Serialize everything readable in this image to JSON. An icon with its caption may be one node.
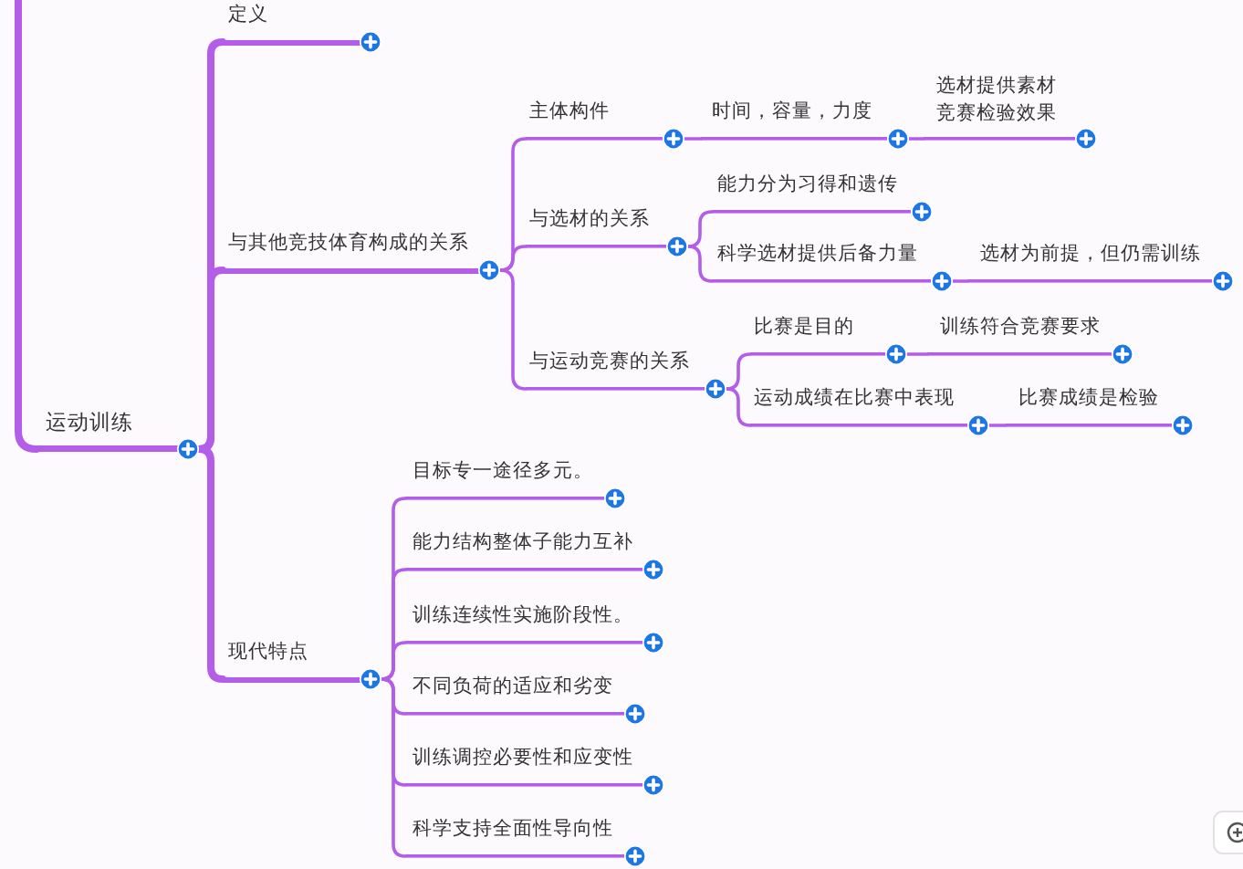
{
  "diagram": {
    "nodes": [
      {
        "text": [
          "运动训练"
        ]
      },
      {
        "text": [
          "定义"
        ]
      },
      {
        "text": [
          "与其他竞技体育构成的关系"
        ]
      },
      {
        "text": [
          "主体构件"
        ]
      },
      {
        "text": [
          "时间，容量，力度"
        ]
      },
      {
        "text": [
          "选材提供素材竞赛检验效果"
        ]
      },
      {
        "text": [
          "与选材的关系"
        ]
      },
      {
        "text": [
          "能力分为习得和遗传"
        ]
      },
      {
        "text": [
          "科学选材提供后备力量"
        ]
      },
      {
        "text": [
          "选材为前提，但仍需训练"
        ]
      },
      {
        "text": [
          "与运动竞赛的关系"
        ]
      },
      {
        "text": [
          "比赛是目的"
        ]
      },
      {
        "text": [
          "训练符合竞赛要求"
        ]
      },
      {
        "text": [
          "运动成绩在比赛中表现"
        ]
      },
      {
        "text": [
          "比赛成绩是检验"
        ]
      },
      {
        "text": [
          "现代特点"
        ]
      },
      {
        "text": [
          "目标专一途径多元。"
        ]
      },
      {
        "text": [
          "能力结构整体子能力互补"
        ]
      },
      {
        "text": [
          "训练连续性实施阶段性。"
        ]
      },
      {
        "text": [
          "不同负荷的适应和劣变"
        ]
      },
      {
        "text": [
          "训练调控必要性和应变性"
        ]
      },
      {
        "text": [
          "科学支持全面性导向性"
        ]
      }
    ],
    "edges": [
      {
        "from": null,
        "to": 0,
        "arrow": "none",
        "style": "thick"
      },
      {
        "from": 0,
        "to": 1,
        "arrow": "none",
        "style": "thick"
      },
      {
        "from": 0,
        "to": 2,
        "arrow": "none",
        "style": "thick"
      },
      {
        "from": 2,
        "to": 3,
        "arrow": "none"
      },
      {
        "from": 3,
        "to": 4,
        "arrow": "none"
      },
      {
        "from": 4,
        "to": 5,
        "arrow": "none"
      },
      {
        "from": 2,
        "to": 6,
        "arrow": "none"
      },
      {
        "from": 6,
        "to": 7,
        "arrow": "none"
      },
      {
        "from": 6,
        "to": 8,
        "arrow": "none"
      },
      {
        "from": 8,
        "to": 9,
        "arrow": "none"
      },
      {
        "from": 2,
        "to": 10,
        "arrow": "none"
      },
      {
        "from": 10,
        "to": 11,
        "arrow": "none"
      },
      {
        "from": 11,
        "to": 12,
        "arrow": "none"
      },
      {
        "from": 10,
        "to": 13,
        "arrow": "none"
      },
      {
        "from": 13,
        "to": 14,
        "arrow": "none"
      },
      {
        "from": 0,
        "to": 15,
        "arrow": "none",
        "style": "thick"
      },
      {
        "from": 15,
        "to": 16,
        "arrow": "none"
      },
      {
        "from": 15,
        "to": 17,
        "arrow": "none"
      },
      {
        "from": 15,
        "to": 18,
        "arrow": "none"
      },
      {
        "from": 15,
        "to": 19,
        "arrow": "none"
      },
      {
        "from": 15,
        "to": 20,
        "arrow": "none"
      },
      {
        "from": 15,
        "to": 21,
        "arrow": "none"
      }
    ]
  }
}
